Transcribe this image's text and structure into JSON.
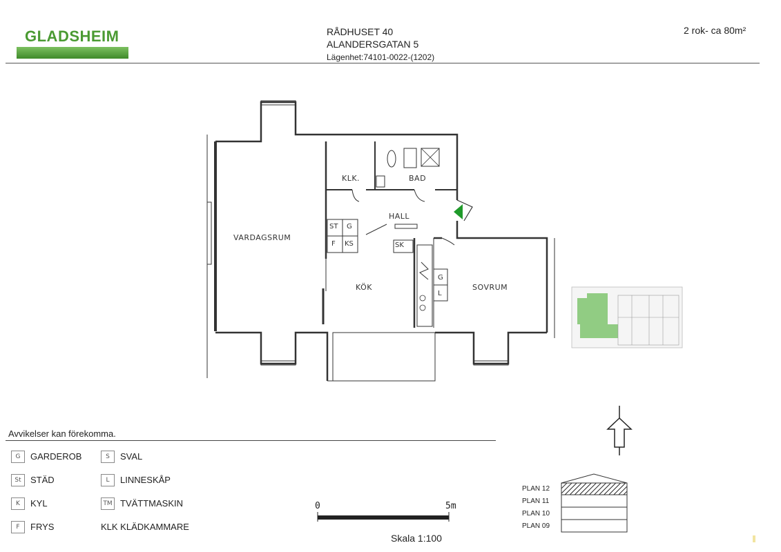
{
  "header": {
    "logo": "GLADSHEIM",
    "address_line1": "RÅDHUSET 40",
    "address_line2": "ALANDERSGATAN 5",
    "address_line3": "Lägenhet:74101-0022-(1202)",
    "apartment_size": "2 rok- ca 80m²"
  },
  "rooms": {
    "vardagsrum": "VARDAGSRUM",
    "klk": "KLK.",
    "bad": "BAD",
    "hall": "HALL",
    "kok": "KÖK",
    "sovrum": "SOVRUM"
  },
  "cabinets": {
    "st": "ST",
    "g1": "G",
    "f": "F",
    "ks": "KS",
    "sk": "SK",
    "g2": "G",
    "l": "L"
  },
  "notice": "Avvikelser kan förekomma.",
  "legend": [
    {
      "code": "G",
      "label": "GARDEROB"
    },
    {
      "code": "St",
      "label": "STÄD"
    },
    {
      "code": "K",
      "label": "KYL"
    },
    {
      "code": "F",
      "label": "FRYS"
    },
    {
      "code": "S",
      "label": "SVAL"
    },
    {
      "code": "L",
      "label": "LINNESKÅP"
    },
    {
      "code": "TM",
      "label": "TVÄTTMASKIN"
    },
    {
      "code": "",
      "label": "KLK KLÄDKAMMARE"
    }
  ],
  "scale": {
    "start": "0",
    "end": "5m",
    "label": "Skala 1:100"
  },
  "floors": [
    "PLAN 12",
    "PLAN 11",
    "PLAN 10",
    "PLAN 09"
  ],
  "colors": {
    "brand": "#4a9a32",
    "entrance_arrow": "#1f9a2a",
    "highlight": "#7fc46e"
  }
}
